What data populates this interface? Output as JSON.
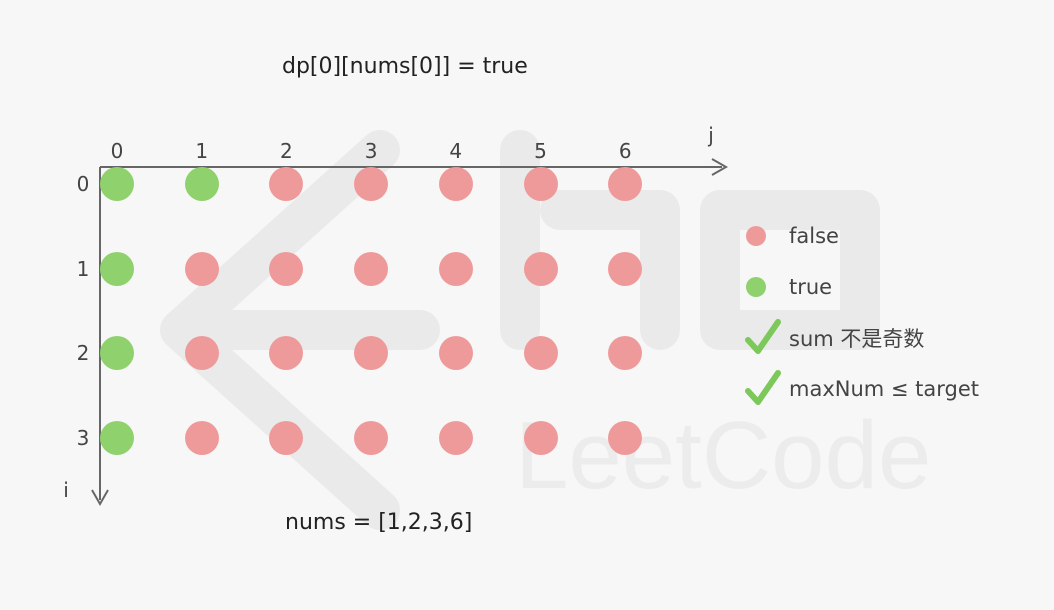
{
  "title": "dp[0][nums[0]] = true",
  "footer": "nums = [1,2,3,6]",
  "axes": {
    "x_label": "j",
    "y_label": "i",
    "columns": [
      "0",
      "1",
      "2",
      "3",
      "4",
      "5",
      "6"
    ],
    "rows": [
      "0",
      "1",
      "2",
      "3"
    ]
  },
  "grid": [
    [
      true,
      true,
      false,
      false,
      false,
      false,
      false
    ],
    [
      true,
      false,
      false,
      false,
      false,
      false,
      false
    ],
    [
      true,
      false,
      false,
      false,
      false,
      false,
      false
    ],
    [
      true,
      false,
      false,
      false,
      false,
      false,
      false
    ]
  ],
  "legend": {
    "false_label": "false",
    "true_label": "true",
    "check1_label": "sum 不是奇数",
    "check2_label": "maxNum ≤ target"
  },
  "watermark": "LeetCode",
  "colors": {
    "false_dot": "#ef9a9a",
    "true_dot": "#8fd16d",
    "check": "#7cc85a",
    "axis": "#666666",
    "watermark": "#ececec"
  }
}
